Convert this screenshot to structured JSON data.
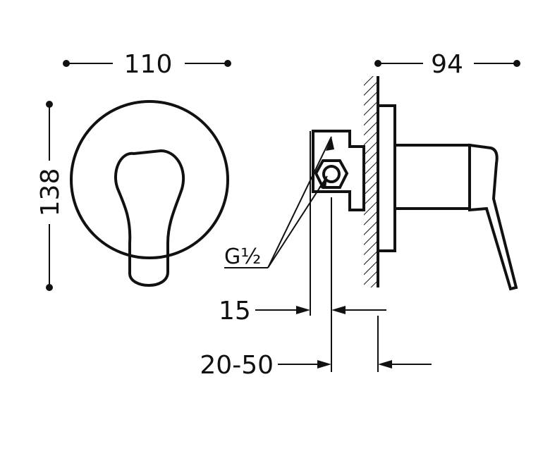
{
  "dimensions": {
    "width_front": "110",
    "height_front": "138",
    "depth_side": "94",
    "thread": "G½",
    "offset_15": "15",
    "range_20_50": "20-50"
  },
  "colors": {
    "line": "#111111",
    "background": "#ffffff"
  }
}
